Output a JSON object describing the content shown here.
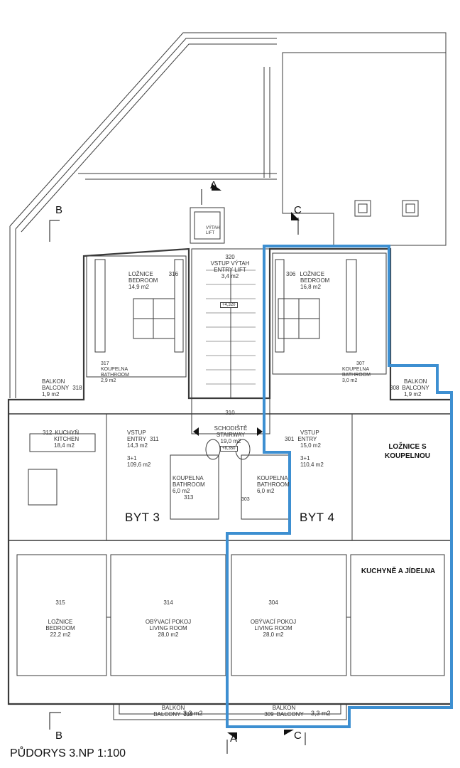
{
  "title": "PŮDORYS 3.NP 1:100",
  "colors": {
    "highlight": "#3d8fd1",
    "line": "#3a3a3a"
  },
  "sections": {
    "a": "A",
    "b": "B",
    "c": "C"
  },
  "apartments": {
    "byt3": "BYT 3",
    "byt4": "BYT 4"
  },
  "annotations": {
    "bedroom_bath_1": "LOŽNICE S",
    "bedroom_bath_2": "KOUPELNOU",
    "kitchen_dining": "KUCHYNĚ A JÍDELNA"
  },
  "rooms": {
    "r316": {
      "num": "316",
      "cz": "LOŽNICE",
      "en": "BEDROOM",
      "area": "14,9 m2"
    },
    "r306": {
      "num": "306",
      "cz": "LOŽNICE",
      "en": "BEDROOM",
      "area": "16,8 m2"
    },
    "r320": {
      "num": "320",
      "cz": "VSTUP VÝTAH",
      "en": "ENTRY  LIFT",
      "area": "3,4 m2"
    },
    "lift": {
      "cz": "VÝTAH",
      "en": "LIFT"
    },
    "r318": {
      "num": "318",
      "cz": "BALKON",
      "en": "BALCONY",
      "area": "1,9 m2"
    },
    "r308": {
      "num": "308",
      "cz": "BALKON",
      "en": "BALCONY",
      "area": "1,9 m2"
    },
    "r317": {
      "num": "317",
      "cz": "KOUPELNA",
      "en": "BATHROOM",
      "area": "2,9 m2"
    },
    "r307": {
      "num": "307",
      "cz": "KOUPELNA",
      "en": "BATHROOM",
      "area": "3,0 m2"
    },
    "r310": {
      "num": "310",
      "cz": "SCHODIŠTĚ",
      "en": "STAIRWAY",
      "area": "19,0 m2"
    },
    "r312": {
      "num": "312",
      "cz": "KUCHYŇ",
      "en": "KITCHEN",
      "area": "18,4 m2"
    },
    "r311": {
      "num": "311",
      "cz": "VSTUP",
      "en": "ENTRY",
      "area": "14,3 m2"
    },
    "r301": {
      "num": "301",
      "cz": "VSTUP",
      "en": "ENTRY",
      "area": "15,0 m2"
    },
    "byt3_total": {
      "type": "3+1",
      "area": "109,6 m2"
    },
    "byt4_total": {
      "type": "3+1",
      "area": "110,4 m2"
    },
    "r313": {
      "num": "313",
      "cz": "KOUPELNA",
      "en": "BATHROOM",
      "area": "6,0 m2"
    },
    "r303": {
      "num": "303",
      "cz": "KOUPELNA",
      "en": "BATHROOM",
      "area": "6,0 m2"
    },
    "r315": {
      "num": "315",
      "cz": "LOŽNICE",
      "en": "BEDROOM",
      "area": "22,2 m2"
    },
    "r314": {
      "num": "314",
      "cz": "OBÝVACÍ POKOJ",
      "en": "LIVING ROOM",
      "area": "28,0 m2"
    },
    "r304": {
      "num": "304",
      "cz": "OBÝVACÍ POKOJ",
      "en": "LIVING ROOM",
      "area": "28,0 m2"
    },
    "r319": {
      "num": "319",
      "cz": "BALKON",
      "en": "BALCONY",
      "area": "3,3 m2"
    },
    "r309": {
      "num": "309",
      "cz": "BALKON",
      "en": "BALCONY",
      "area": "3,3 m2"
    }
  },
  "levels": {
    "upper": "+4,320",
    "lower": "+8,350"
  }
}
